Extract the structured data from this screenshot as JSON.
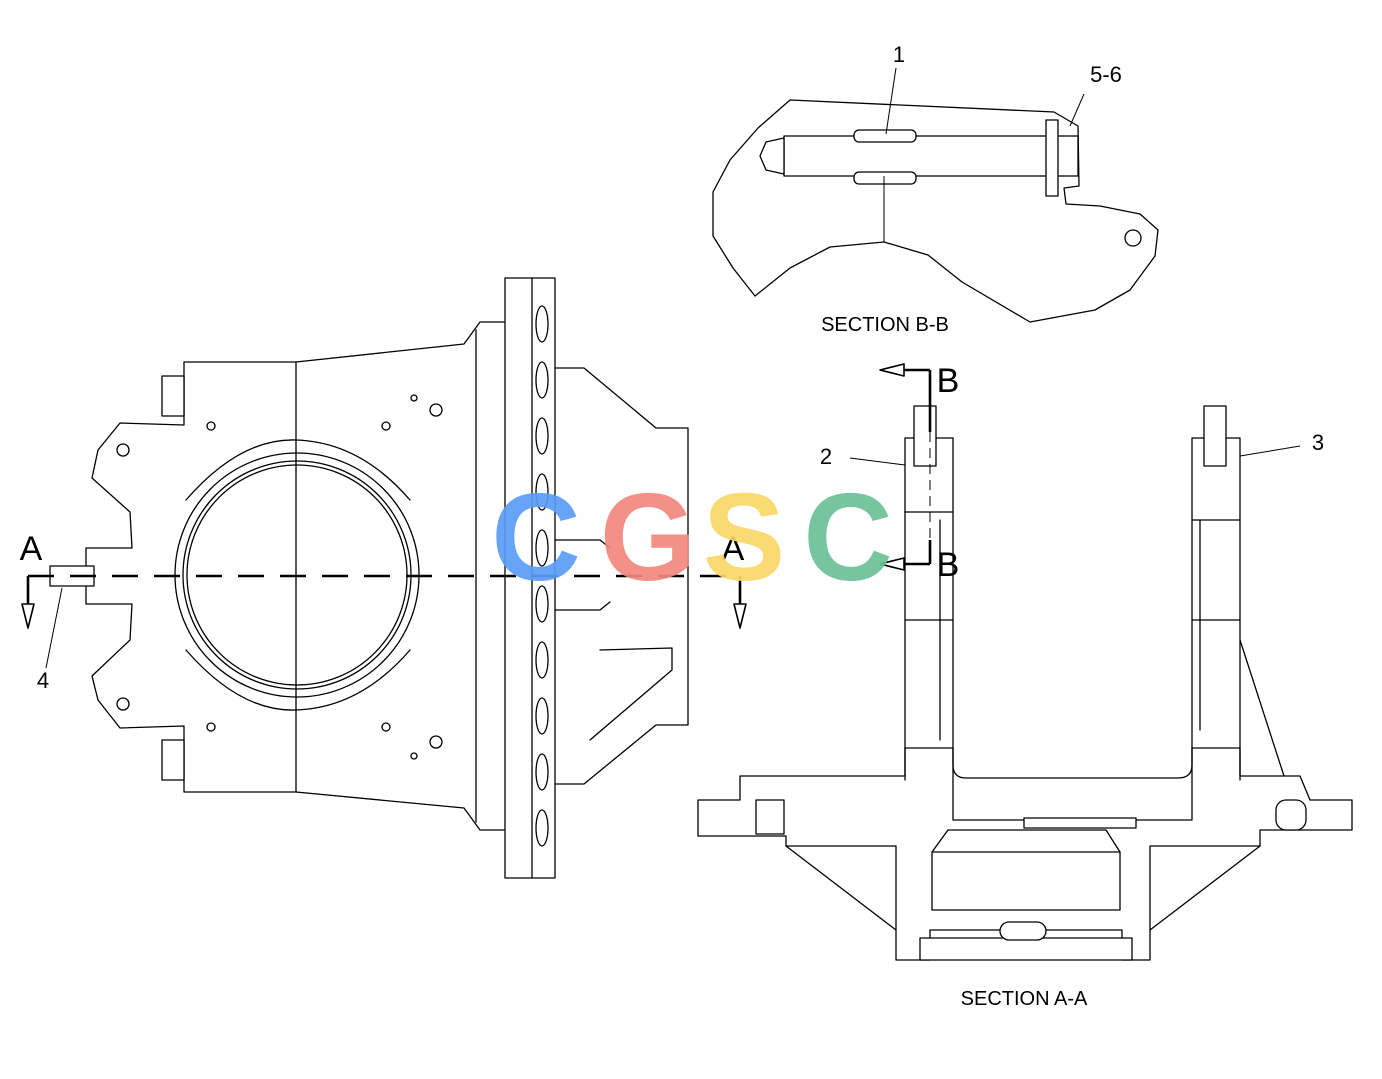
{
  "labels": {
    "section_bb": "SECTION B-B",
    "section_aa": "SECTION A-A",
    "cut_a_left": "A",
    "cut_a_right": "A",
    "cut_b_top": "B",
    "cut_b_bottom": "B"
  },
  "callouts": [
    "1",
    "2",
    "3",
    "4",
    "5-6"
  ],
  "watermark": {
    "text": "CGSC",
    "letters": [
      {
        "char": "C",
        "color": "#5b9cf6"
      },
      {
        "char": "G",
        "color": "#f2877e"
      },
      {
        "char": "S",
        "color": "#f9d768"
      },
      {
        "char": "C",
        "color": "#6cc197"
      }
    ]
  }
}
